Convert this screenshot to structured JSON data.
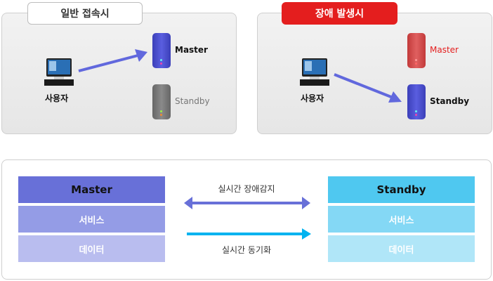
{
  "normal": {
    "tab": "일반 접속시",
    "user": "사용자",
    "master": "Master",
    "standby": "Standby"
  },
  "failure": {
    "tab": "장애 발생시",
    "user": "사용자",
    "master": "Master",
    "standby": "Standby"
  },
  "bottom": {
    "master": {
      "header": "Master",
      "service": "서비스",
      "data": "데이터"
    },
    "standby": {
      "header": "Standby",
      "service": "서비스",
      "data": "데이터"
    },
    "detect": "실시간 장애감지",
    "sync": "실시간 동기화"
  },
  "colors": {
    "accent_red": "#e41e1e",
    "master_blue": "#6870d8",
    "standby_cyan": "#4fc8f0"
  }
}
